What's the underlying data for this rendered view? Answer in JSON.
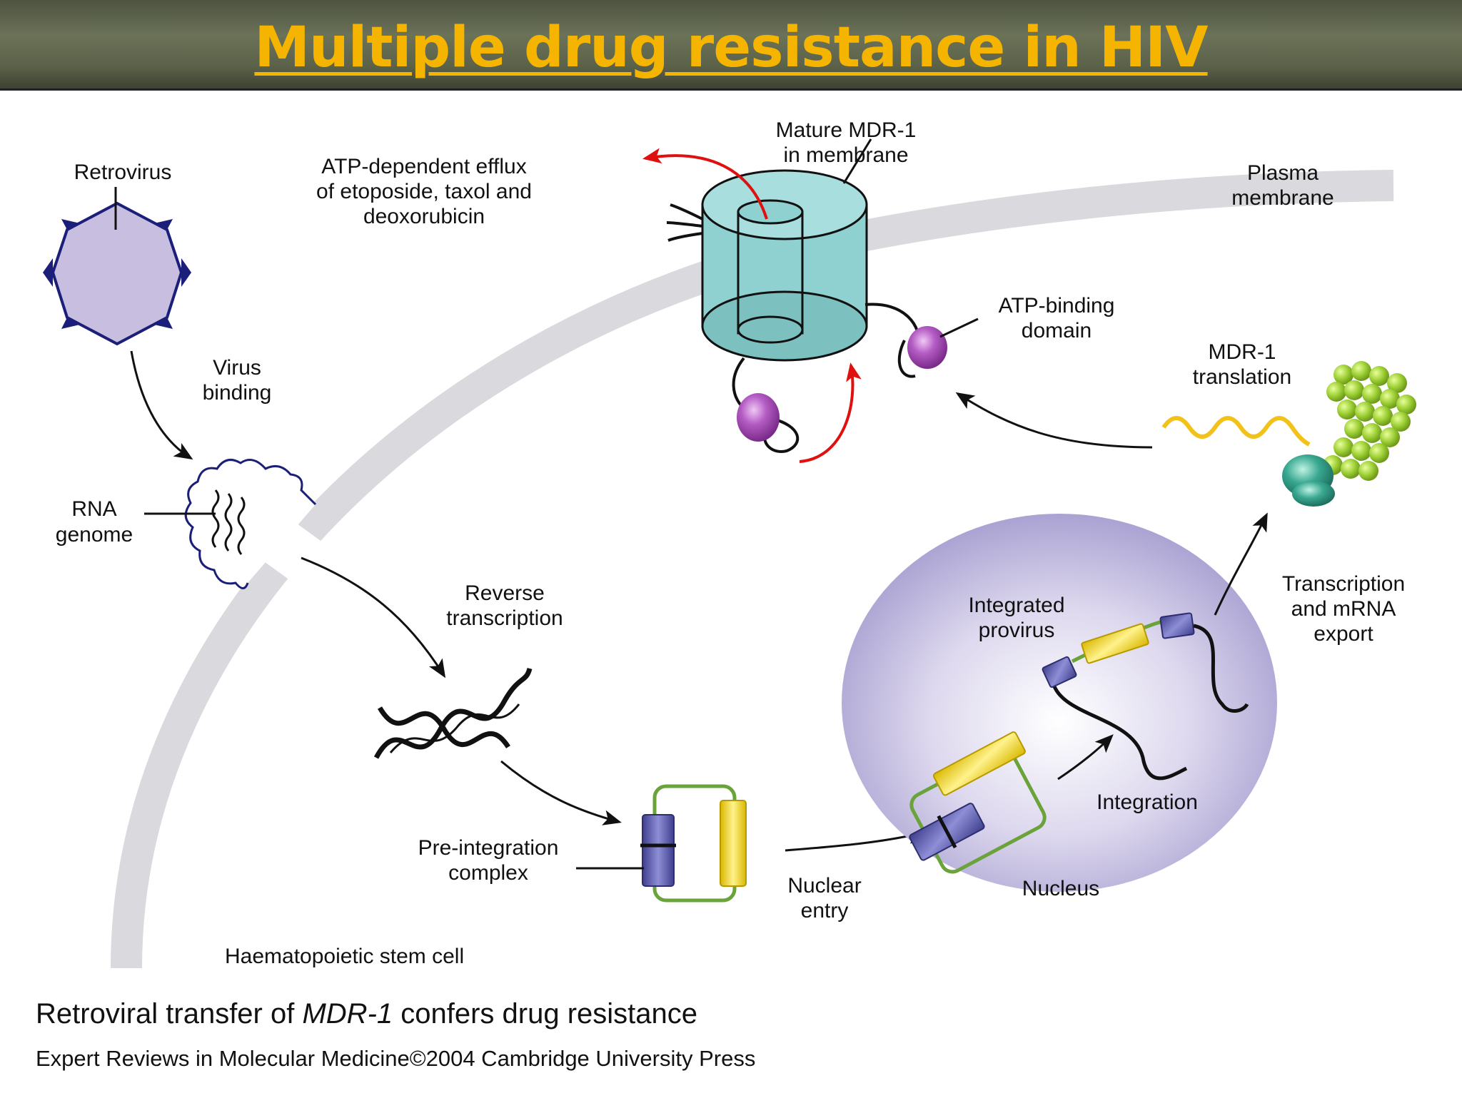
{
  "slide": {
    "title": "Multiple drug resistance in  HIV"
  },
  "figure": {
    "labels": {
      "retrovirus": "Retrovirus",
      "virus_binding_1": "Virus",
      "virus_binding_2": "binding",
      "rna_genome_1": "RNA",
      "rna_genome_2": "genome",
      "efflux_1": "ATP-dependent efflux",
      "efflux_2": "of etoposide, taxol and",
      "efflux_3": "deoxorubicin",
      "mature_mdr_1": "Mature MDR-1",
      "mature_mdr_2": "in membrane",
      "plasma_membrane_1": "Plasma",
      "plasma_membrane_2": "membrane",
      "atp_binding_1": "ATP-binding",
      "atp_binding_2": "domain",
      "mdr_translation_1": "MDR-1",
      "mdr_translation_2": "translation",
      "reverse_transcription_1": "Reverse",
      "reverse_transcription_2": "transcription",
      "transcription_export_1": "Transcription",
      "transcription_export_2": "and mRNA",
      "transcription_export_3": "export",
      "integrated_provirus_1": "Integrated",
      "integrated_provirus_2": "provirus",
      "integration": "Integration",
      "pre_integration_1": "Pre-integration",
      "pre_integration_2": "complex",
      "nuclear_entry_1": "Nuclear",
      "nuclear_entry_2": "entry",
      "nucleus": "Nucleus",
      "stem_cell": "Haematopoietic stem cell"
    },
    "caption": {
      "prefix": "Retroviral transfer of ",
      "gene": "MDR-1",
      "suffix": " confers drug resistance"
    },
    "credit": "Expert Reviews in Molecular Medicine©2004 Cambridge University Press"
  },
  "colors": {
    "title": "#f4b400",
    "membrane": "#d9d9de",
    "virus_fill": "#c8bedf",
    "virus_outline": "#1b1f7a",
    "pump": "#8fd0d0",
    "atp_domain": "#a24bb3",
    "nucleus": "#c3bce0",
    "ribosome": "#2f9a86",
    "protein": "#9acd32",
    "mrna": "#f2c21b",
    "complex_loop": "#6aa33a",
    "block_blue": "#5a5aa8",
    "block_yellow": "#f2de48",
    "arrow_red": "#e01010"
  }
}
